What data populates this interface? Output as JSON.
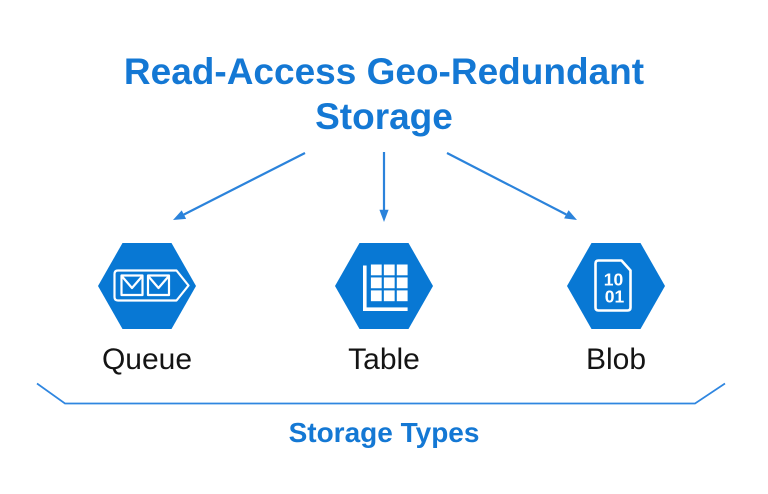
{
  "title": "Read-Access Geo-Redundant Storage",
  "caption": "Storage Types",
  "nodes": [
    {
      "label": "Queue",
      "icon": "queue-envelopes-icon"
    },
    {
      "label": "Table",
      "icon": "table-grid-icon"
    },
    {
      "label": "Blob",
      "icon": "blob-binary-file-icon",
      "icon_text": [
        "10",
        "01"
      ]
    }
  ],
  "colors": {
    "title_text": "#1478D4",
    "caption_text": "#1478D4",
    "hexagon_fill": "#0878D4",
    "icon_detail": "#FFFFFF",
    "arrow_stroke": "#2B83DB",
    "bracket_stroke": "#2F86E0",
    "label_text": "#141414",
    "background": "#FFFFFF"
  }
}
